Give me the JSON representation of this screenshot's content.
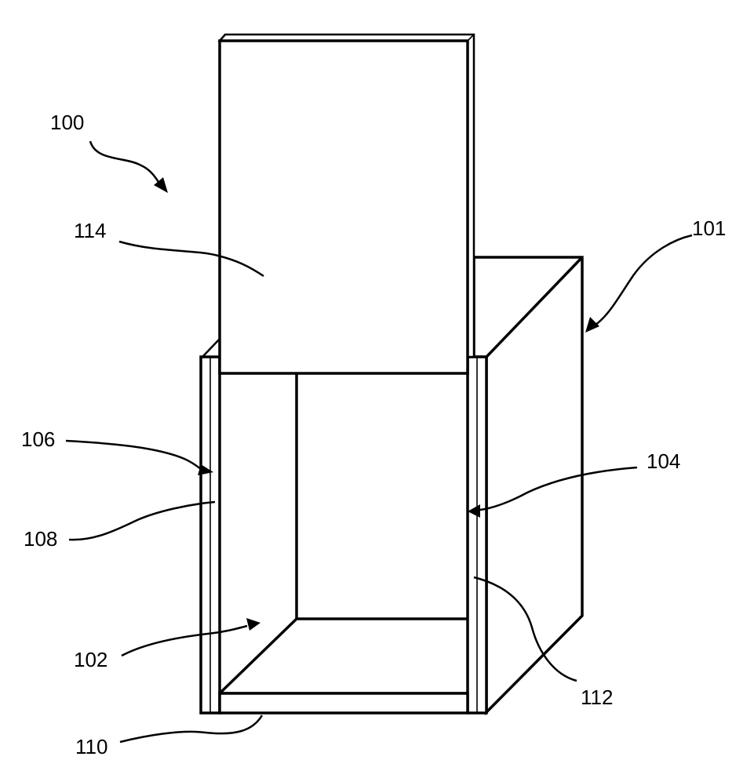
{
  "diagram": {
    "labels": {
      "l100": "100",
      "l101": "101",
      "l102": "102",
      "l104": "104",
      "l106": "106",
      "l108": "108",
      "l110": "110",
      "l112": "112",
      "l114": "114"
    },
    "colors": {
      "line": "#000000",
      "background": "#ffffff"
    }
  }
}
